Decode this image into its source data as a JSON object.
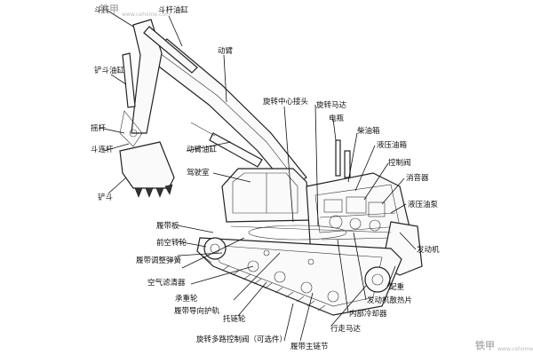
{
  "watermark": {
    "brand": "铁甲",
    "site": "www.cehome.com"
  },
  "labels": {
    "dou_gan": "斗杆",
    "dou_gan_you_gang": "斗杆油缸",
    "chan_dou_you_gang": "铲斗油缸",
    "dong_bi": "动臂",
    "yao_gan": "摇杆",
    "dou_lian_gan": "斗连杆",
    "chan_dou": "铲斗",
    "xuan_zhuan_zhong_xin_jie_tou": "旋转中心接头",
    "xuan_zhuan_ma_da": "旋转马达",
    "dian_ping": "电瓶",
    "chai_you_xiang": "柴油箱",
    "ye_ya_you_xiang": "液压油箱",
    "kong_zhi_fa": "控制阀",
    "xiao_yin_qi": "消音器",
    "ye_ya_you_beng": "液压油泵",
    "dong_bi_you_gang": "动臂油缸",
    "jia_shi_shi": "驾驶室",
    "lv_dai_ban": "履带板",
    "qian_kong_zhuan_lun": "前空转轮",
    "lv_dai_tiao_zheng_tan_huang": "履带调整弹簧",
    "kong_qi_lv_qing_qi": "空气滤清器",
    "cheng_zhong_lun": "承重轮",
    "lv_dai_dao_xiang_hu_gui": "履带导向护轨",
    "tuo_lian_lun": "托链轮",
    "xuan_zhuan_duo_lu_kong_zhi_fa": "旋转多路控制阀（可选件）",
    "lv_dai_zhu_lian_jie": "履带主链节",
    "fa_dong_ji": "发动机",
    "pei_zhong": "配重",
    "fa_dong_ji_san_re_pian": "发动机散热片",
    "nei_bu_leng_que_qi": "内部冷却器",
    "xing_zou_ma_da": "行走马达"
  }
}
